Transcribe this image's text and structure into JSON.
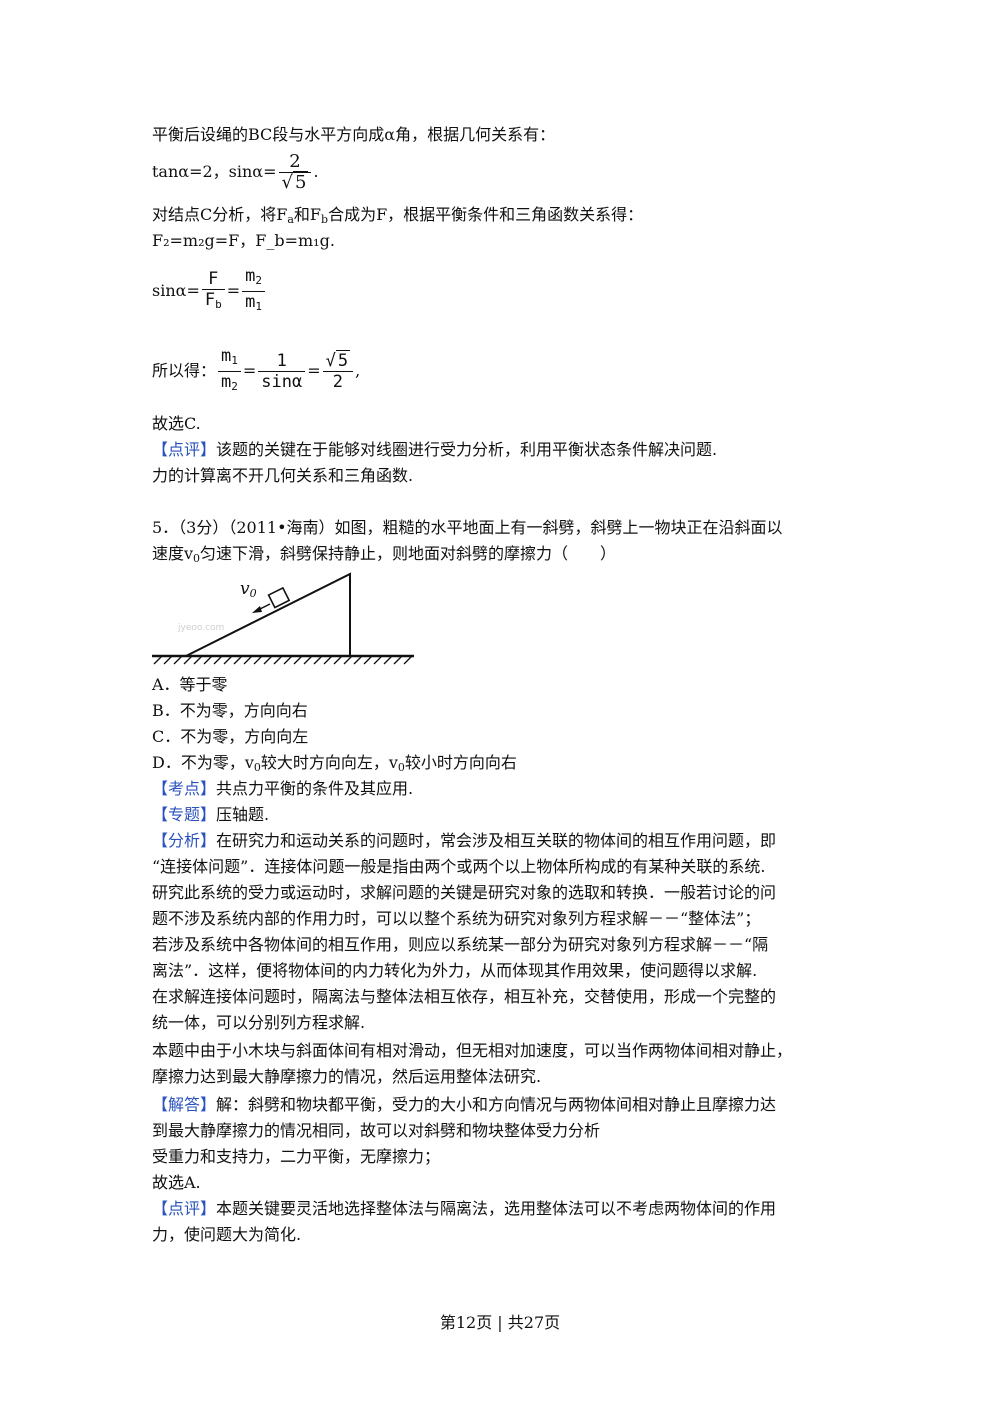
{
  "lines": {
    "l1": "平衡后设绳的BC段与水平方向成α角，根据几何关系有：",
    "l2_a": "tanα=2，sinα=",
    "l2_num": "2",
    "l2_rad": "5",
    "l2_end": ".",
    "l3_a": "对结点C分析，将F",
    "l3_sub_a": "a",
    "l3_b": "和F",
    "l3_sub_b": "b",
    "l3_c": "合成为F，根据平衡条件和三角函数关系得：",
    "l4": "F₂=m₂g=F，F_b=m₁g.",
    "l5_a": "sinα=",
    "l5_f1_num": "F",
    "l5_f1_den": "F",
    "l5_f1_den_sub": "b",
    "l5_eq": "=",
    "l5_f2_num": "m",
    "l5_f2_num_sub": "2",
    "l5_f2_den": "m",
    "l5_f2_den_sub": "1",
    "l6_a": "所以得：",
    "l6_f1_num": "m",
    "l6_f1_num_sub": "1",
    "l6_f1_den": "m",
    "l6_f1_den_sub": "2",
    "l6_eq1": "=",
    "l6_f2_num": "1",
    "l6_f2_den": "sinα",
    "l6_eq2": "=",
    "l6_f3_rad": "5",
    "l6_f3_den": "2",
    "l6_end": ",",
    "l7": "故选C.",
    "l8_tag": "【点评】",
    "l8_text": "该题的关键在于能够对线圈进行受力分析，利用平衡状态条件解决问题.",
    "l9": "力的计算离不开几何关系和三角函数.",
    "q5_1": "5．（3分）（2011•海南）如图，粗糙的水平地面上有一斜劈，斜劈上一物块正在沿斜面以",
    "q5_2a": "速度v",
    "q5_2sub": "0",
    "q5_2b": "匀速下滑，斜劈保持静止，则地面对斜劈的摩擦力（　　）",
    "optA": "A．等于零",
    "optB": "B．不为零，方向向右",
    "optC": "C．不为零，方向向左",
    "optD_a": "D．不为零，v",
    "optD_sub1": "0",
    "optD_b": "较大时方向向左，v",
    "optD_sub2": "0",
    "optD_c": "较小时方向向右",
    "kd_tag": "【考点】",
    "kd_text": "共点力平衡的条件及其应用.",
    "zt_tag": "【专题】",
    "zt_text": "压轴题.",
    "fx_tag": "【分析】",
    "fx_1": "在研究力和运动关系的问题时，常会涉及相互关联的物体间的相互作用问题，即",
    "fx_2": "“连接体问题”．连接体问题一般是指由两个或两个以上物体所构成的有某种关联的系统.",
    "fx_3": "研究此系统的受力或运动时，求解问题的关键是研究对象的选取和转换．一般若讨论的问",
    "fx_4": "题不涉及系统内部的作用力时，可以以整个系统为研究对象列方程求解－－“整体法”；",
    "fx_5": "若涉及系统中各物体间的相互作用，则应以系统某一部分为研究对象列方程求解－－“隔",
    "fx_6": "离法”．这样，便将物体间的内力转化为外力，从而体现其作用效果，使问题得以求解.",
    "fx_7": "在求解连接体问题时，隔离法与整体法相互依存，相互补充，交替使用，形成一个完整的",
    "fx_8": "统一体，可以分别列方程求解.",
    "fx_9": "本题中由于小木块与斜面体间有相对滑动，但无相对加速度，可以当作两物体间相对静止，",
    "fx_10": "摩擦力达到最大静摩擦力的情况，然后运用整体法研究.",
    "jd_tag": "【解答】",
    "jd_1": "解：斜劈和物块都平衡，受力的大小和方向情况与两物体间相对静止且摩擦力达",
    "jd_2": "到最大静摩擦力的情况相同，故可以对斜劈和物块整体受力分析",
    "jd_3": "受重力和支持力，二力平衡，无摩擦力；",
    "jd_4": "故选A.",
    "dp_tag": "【点评】",
    "dp_1": "本题关键要灵活地选择整体法与隔离法，选用整体法可以不考虑两物体间的作用",
    "dp_2": "力，使问题大为简化."
  },
  "figure": {
    "velocity_label": "v",
    "velocity_sub": "0",
    "watermark": "jyeoo.com"
  },
  "footer": "第12页 | 共27页",
  "colors": {
    "tag": "#2a52be",
    "text": "#111111"
  }
}
